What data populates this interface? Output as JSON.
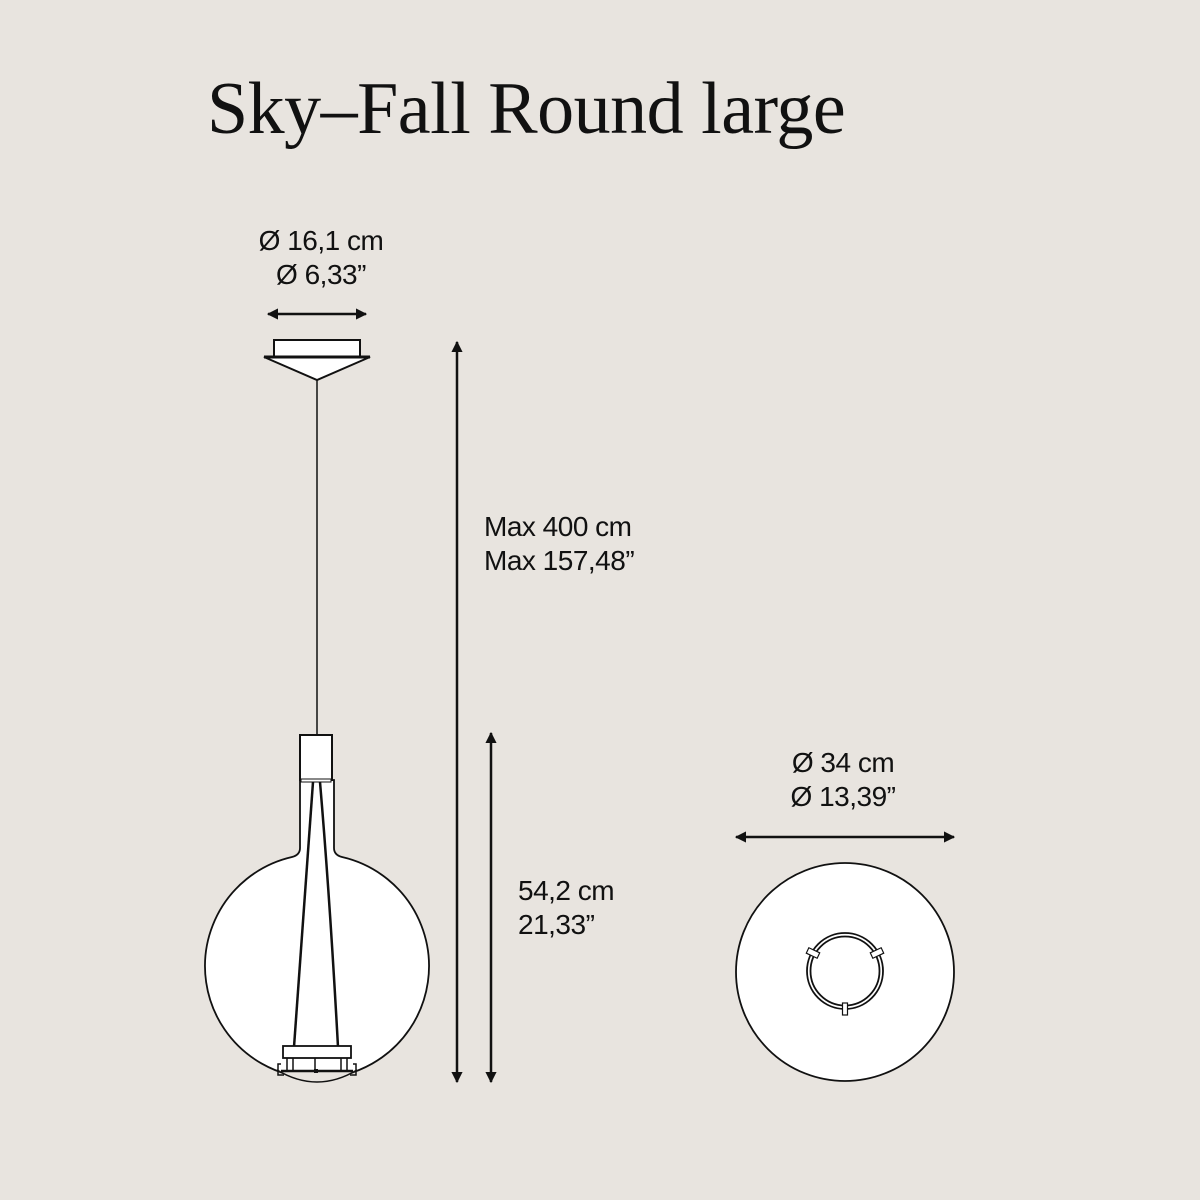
{
  "title": "Sky–Fall Round large",
  "colors": {
    "background": "#e8e4df",
    "line": "#111111",
    "fill": "#ffffff"
  },
  "dimensions": {
    "canopy_diameter": {
      "metric": "Ø 16,1 cm",
      "imperial": "Ø 6,33”"
    },
    "max_height": {
      "metric": "Max 400 cm",
      "imperial": "Max 157,48”"
    },
    "body_height": {
      "metric": "54,2 cm",
      "imperial": "21,33”"
    },
    "body_diameter": {
      "metric": "Ø 34 cm",
      "imperial": "Ø 13,39”"
    }
  },
  "views": {
    "side": "side-elevation",
    "bottom": "bottom-view"
  }
}
